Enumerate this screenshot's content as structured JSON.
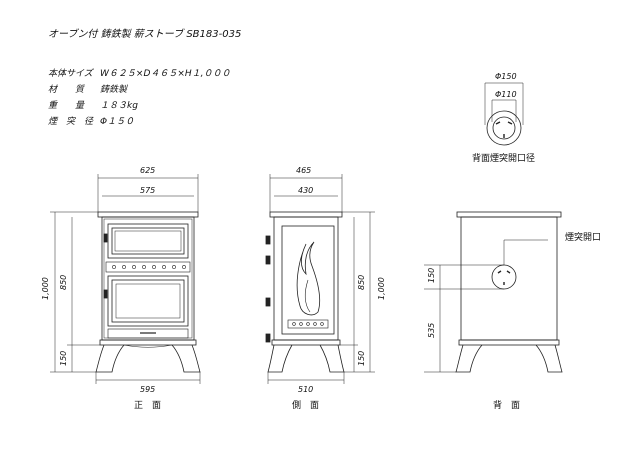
{
  "title": "オーブン付 鋳鉄製 薪ストーブ SB183-035",
  "specs": [
    {
      "label": "本体サイズ",
      "value": "W６２５×D４６５×H１,０００"
    },
    {
      "label": "材　　質",
      "value": "鋳鉄製"
    },
    {
      "label": "重　　量",
      "value": "１８３kg"
    },
    {
      "label": "煙　突　径",
      "value": "Φ１５０"
    }
  ],
  "flue_detail": {
    "outer": "Φ150",
    "inner": "Φ110",
    "caption": "背面煙突開口径"
  },
  "front_view": {
    "width_total": "625",
    "width_body": "575",
    "width_base": "595",
    "height_total": "1,000",
    "height_body": "850",
    "height_leg": "150",
    "caption": "正　面"
  },
  "side_view": {
    "depth_total": "465",
    "depth_body": "430",
    "depth_base": "510",
    "height_total": "1,000",
    "height_body": "850",
    "height_leg": "150",
    "caption": "側　面"
  },
  "back_view": {
    "flue_label": "煙突開口",
    "flue_dia": "150",
    "flue_height": "535",
    "caption": "背　面"
  }
}
